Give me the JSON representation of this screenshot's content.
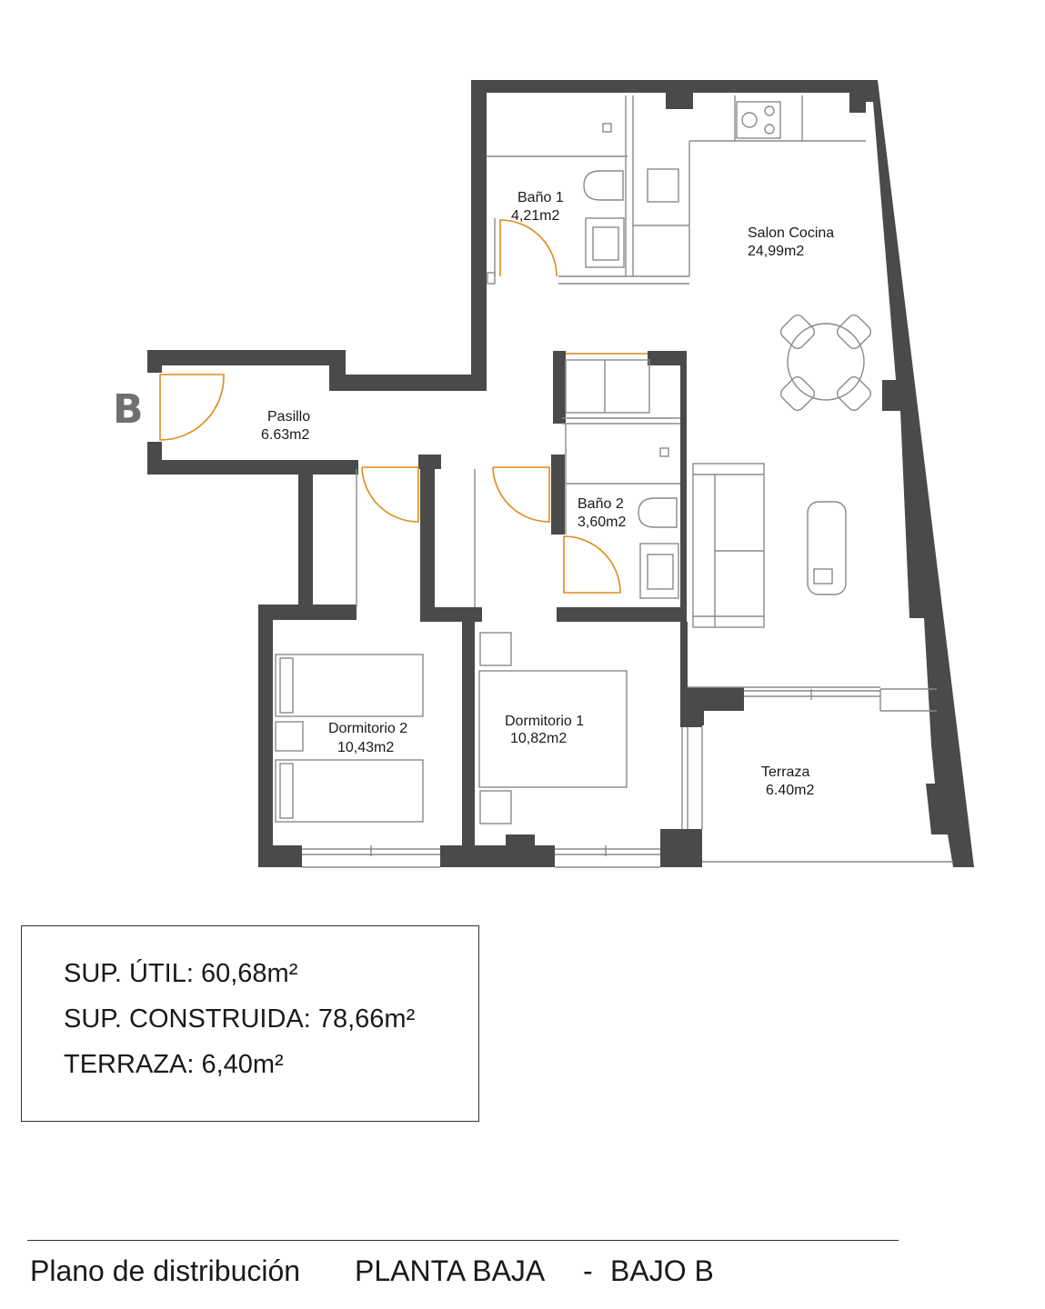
{
  "entrance_mark": "B",
  "rooms": {
    "bano1": {
      "name": "Baño 1",
      "area": "4,21m2"
    },
    "salon": {
      "name": "Salon Cocina",
      "area": "24,99m2"
    },
    "pasillo": {
      "name": "Pasillo",
      "area": "6.63m2"
    },
    "bano2": {
      "name": "Baño 2",
      "area": "3,60m2"
    },
    "dorm1": {
      "name": "Dormitorio 1",
      "area": "10,82m2"
    },
    "dorm2": {
      "name": "Dormitorio 2",
      "area": "10,43m2"
    },
    "terraza": {
      "name": "Terraza",
      "area": "6.40m2"
    }
  },
  "areas": {
    "util": "SUP. ÚTIL: 60,68m²",
    "construida": "SUP. CONSTRUIDA: 78,66m²",
    "terraza": "TERRAZA: 6,40m²"
  },
  "footer": {
    "title": "Plano de distribución",
    "floor": "PLANTA BAJA",
    "separator": "-",
    "unit": "BAJO B"
  },
  "colors": {
    "wall": "#4a4a4a",
    "door": "#e08a1e",
    "fixture": "#8a8a8a"
  }
}
